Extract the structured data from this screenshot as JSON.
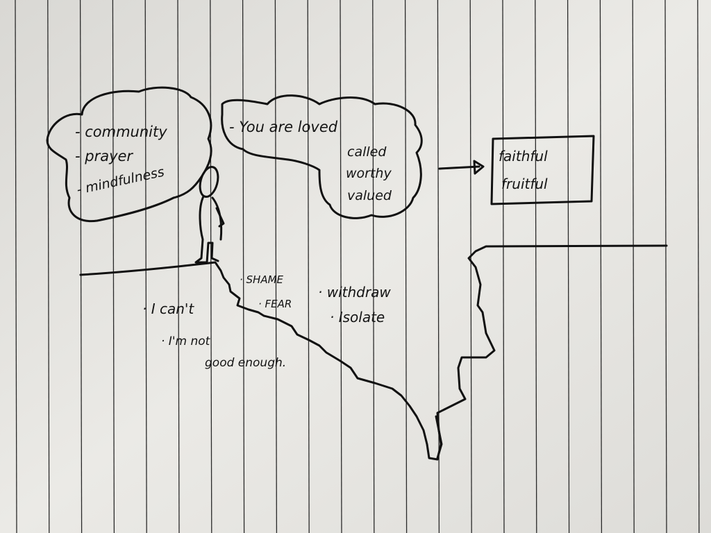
{
  "left_cloud": {
    "items": [
      "- community",
      "- prayer",
      "- mindfulness"
    ]
  },
  "right_cloud": {
    "items": [
      "- You are loved",
      "called",
      "worthy",
      "valued"
    ]
  },
  "box": {
    "items": [
      "faithful",
      "fruitful"
    ]
  },
  "cliff_labels": {
    "shame": "· SHAME",
    "fear": "· FEAR",
    "withdraw": "· withdraw",
    "isolate": "· Isolate",
    "i_cant": "· I can't",
    "not_enough_1": "· I'm not",
    "not_enough_2": "good enough."
  },
  "colors": {
    "paper": "#e6e5e1",
    "ink": "#111111",
    "rule": "#2a2a2a"
  }
}
